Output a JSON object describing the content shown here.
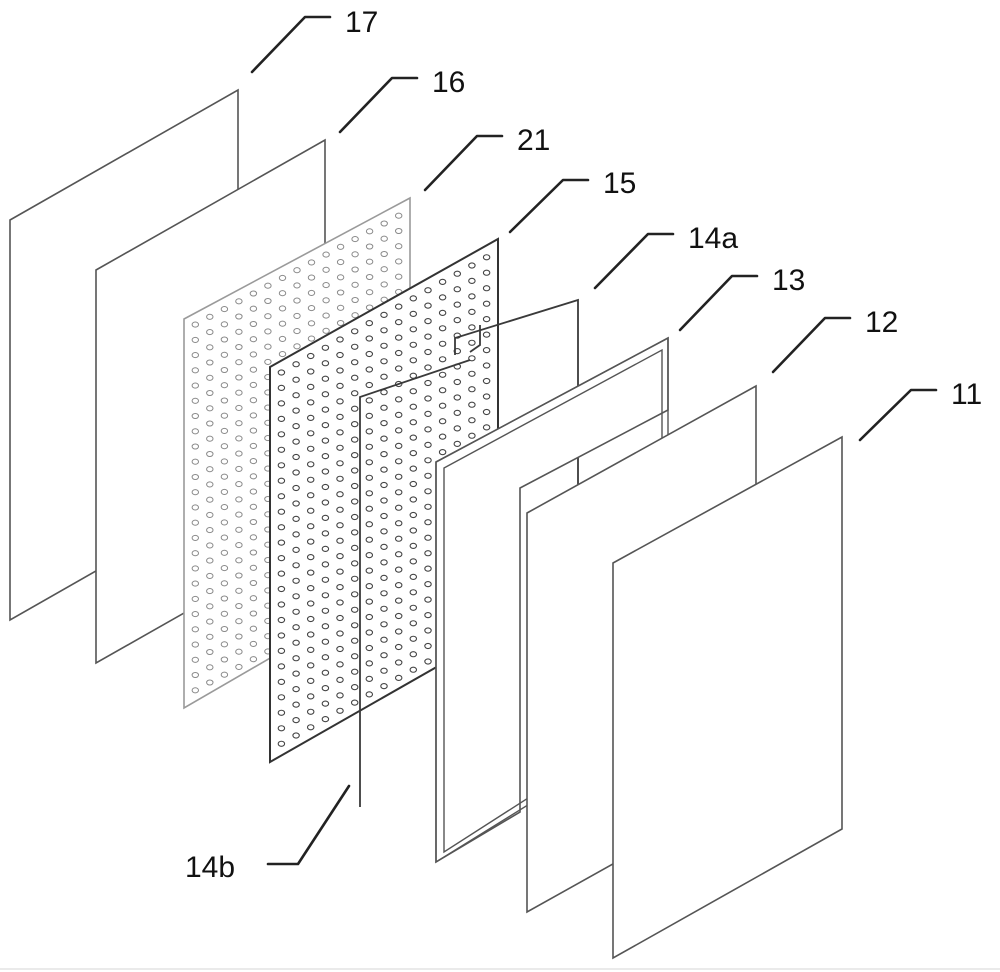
{
  "diagram": {
    "labels": {
      "l17": "17",
      "l16": "16",
      "l21": "21",
      "l15": "15",
      "l14a": "14a",
      "l13": "13",
      "l12": "12",
      "l11": "11",
      "l14b": "14b"
    }
  }
}
